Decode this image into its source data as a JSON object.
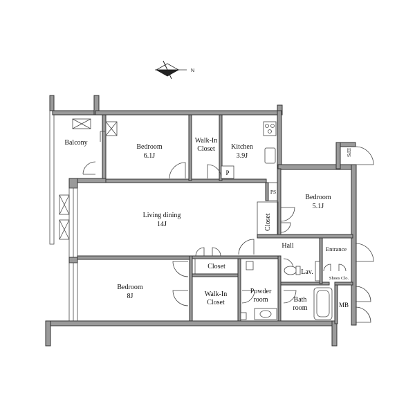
{
  "compass": {
    "north_label": "N",
    "icon": "north-arrow-icon"
  },
  "rooms": {
    "balcony": {
      "name": "Balcony"
    },
    "bedroom_top": {
      "name": "Bedroom",
      "size": "6.1J"
    },
    "walkin_top": {
      "line1": "Walk-In",
      "line2": "Closet"
    },
    "kitchen": {
      "name": "Kitchen",
      "size": "3.9J",
      "fixture_mark": "P"
    },
    "ps": {
      "name": "PS"
    },
    "eps": {
      "name": "EPS"
    },
    "bedroom_right": {
      "name": "Bedroom",
      "size": "5.1J"
    },
    "living": {
      "name": "Living dining",
      "size": "14J"
    },
    "closet_vertical": {
      "name": "Closet"
    },
    "hall": {
      "name": "Hall"
    },
    "entrance": {
      "name": "Entrance"
    },
    "closet_mid": {
      "name": "Closet"
    },
    "lav": {
      "name": "Lav."
    },
    "shoes": {
      "name": "Shoes Clo."
    },
    "bedroom_bottom": {
      "name": "Bedroom",
      "size": "8J"
    },
    "walkin_bottom": {
      "line1": "Walk-In",
      "line2": "Closet"
    },
    "powder": {
      "line1": "Powder",
      "line2": "room"
    },
    "bath": {
      "line1": "Bath",
      "line2": "room"
    },
    "mb": {
      "name": "MB"
    }
  }
}
